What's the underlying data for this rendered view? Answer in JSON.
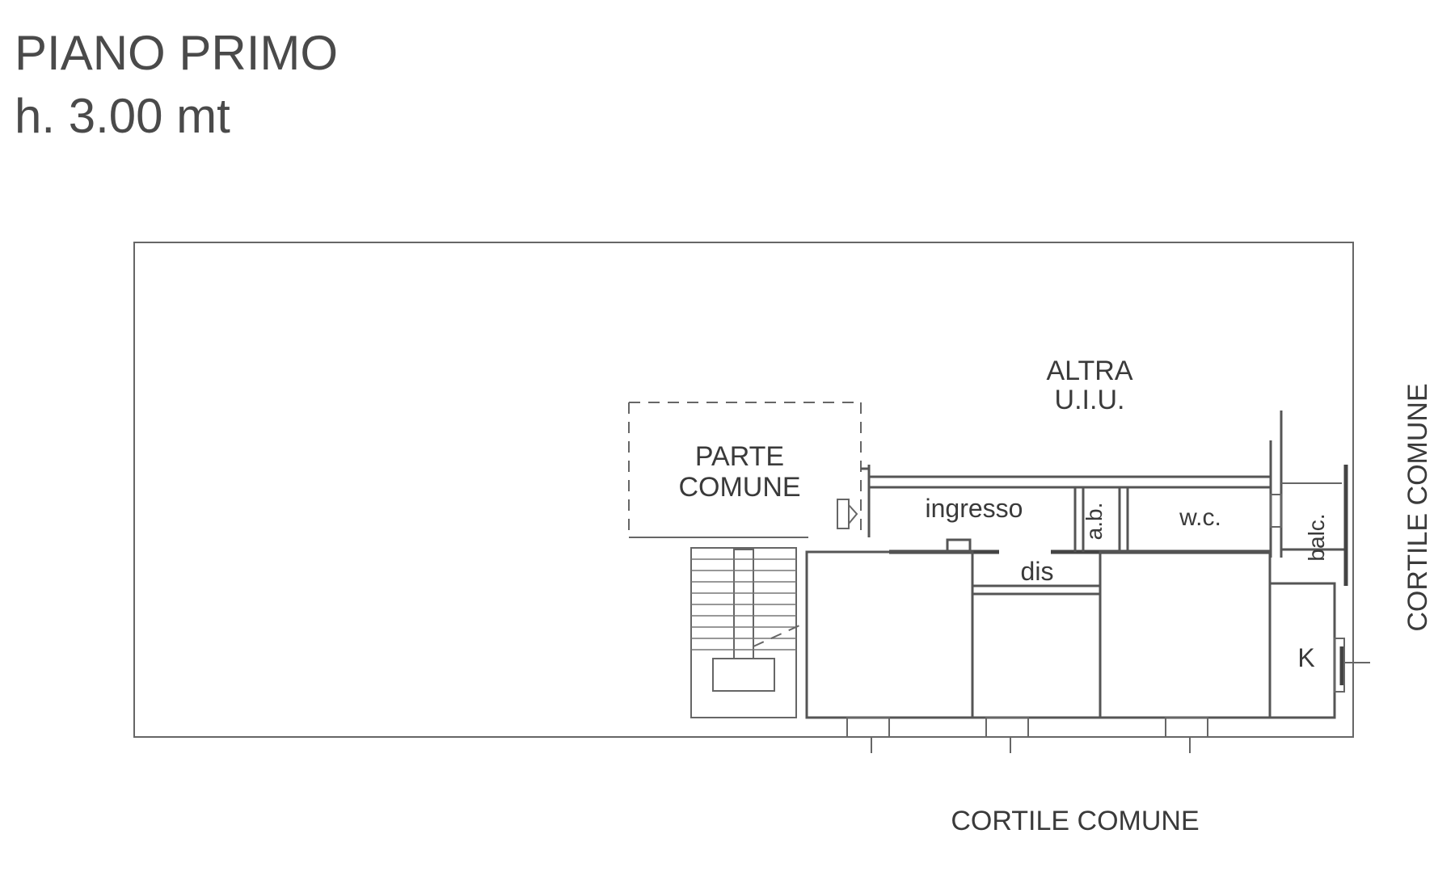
{
  "header": {
    "title": "PIANO PRIMO",
    "height": "h. 3.00 mt"
  },
  "plan": {
    "labels": {
      "altra_line1": "ALTRA",
      "altra_line2": "U.I.U.",
      "parte_line1": "PARTE",
      "parte_line2": "COMUNE",
      "ingresso": "ingresso",
      "ab": "a.b.",
      "wc": "w.c.",
      "balc": "balc.",
      "dis": "dis",
      "kitchen": "K",
      "cortile_right": "CORTILE COMUNE",
      "cortile_bottom": "CORTILE COMUNE"
    }
  }
}
